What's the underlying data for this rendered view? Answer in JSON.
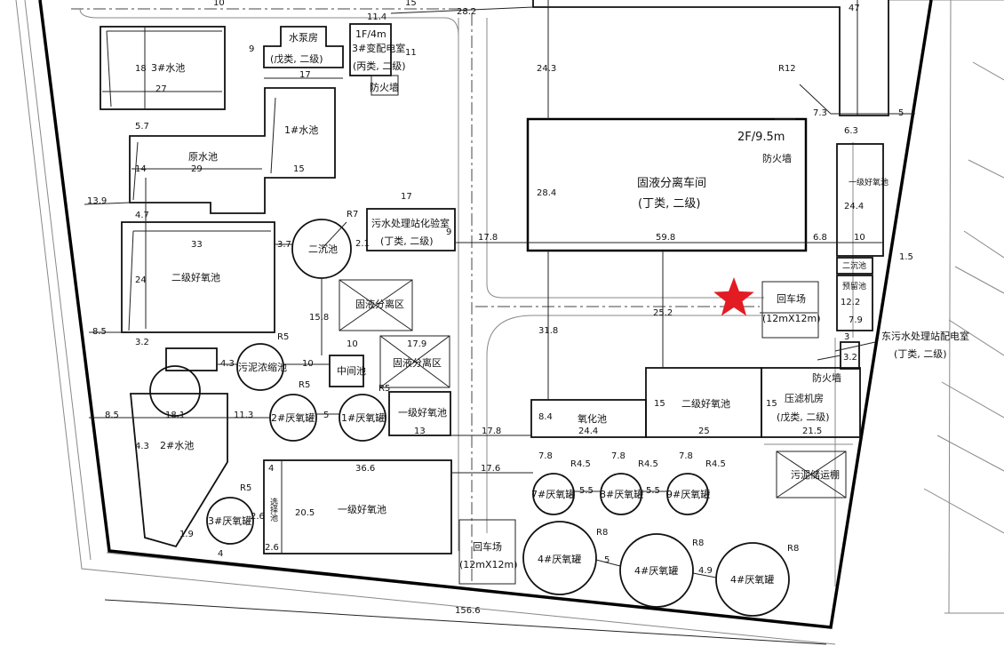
{
  "dims": {
    "d28_2": "28.2",
    "d11_4": "11.4",
    "d17a": "17",
    "d9a": "9",
    "d11a": "11",
    "d18a": "18",
    "d27": "27",
    "d15a": "15",
    "d5_7": "5.7",
    "d14": "14",
    "d29": "29",
    "d15b": "15",
    "d13_9": "13.9",
    "d4_7": "4.7",
    "d33": "33",
    "d3_7": "3.7",
    "d24a": "24",
    "d17b": "17",
    "d9b": "9",
    "d2_1": "2.1",
    "d17_8a": "17.8",
    "d59_8": "59.8",
    "d6_8": "6.8",
    "d10a": "10",
    "d24_3": "24.3",
    "d28_4": "28.4",
    "d7_3": "7.3",
    "d5a": "5",
    "d6_3": "6.3",
    "d24_4": "24.4",
    "d1_5": "1.5",
    "d8_5a": "8.5",
    "d15_8": "15.8",
    "d3_2a": "3.2",
    "d25_2": "25.2",
    "d31_8": "31.8",
    "d12_2": "12.2",
    "d7_9": "7.9",
    "d3b": "3",
    "d3_2b": "3.2",
    "d10b": "10",
    "d17_9": "17.9",
    "d4_3a": "4.3",
    "d10c": "10",
    "d8_5b": "8.5",
    "d18_1": "18.1",
    "d11_3": "11.3",
    "d5b": "5",
    "d13": "13",
    "d17_8b": "17.8",
    "d8_4": "8.4",
    "d24_4b": "24.4",
    "d15c": "15",
    "d25": "25",
    "d15d": "15",
    "d21_5": "21.5",
    "d4_3b": "4.3",
    "d36_6": "36.6",
    "d4b": "4",
    "d20_5": "20.5",
    "d17_6": "17.6",
    "d7_8a": "7.8",
    "d7_8b": "7.8",
    "d7_8c": "7.8",
    "d5_5a": "5.5",
    "d5_5b": "5.5",
    "d1_9": "1.9",
    "d4c": "4",
    "d2_6a": "2.6",
    "d2_6b": "2.6",
    "d5c": "5",
    "d4_9": "4.9",
    "d156_6": "156.6",
    "d47": "47",
    "d10d": "10",
    "d15e": "15",
    "r7": "R7",
    "r5a": "R5",
    "r5b": "R5",
    "r5c": "R5",
    "r5d": "R5",
    "r12": "R12",
    "r4_5a": "R4.5",
    "r4_5b": "R4.5",
    "r4_5c": "R4.5",
    "r8a": "R8",
    "r8b": "R8",
    "r8c": "R8"
  },
  "labels": {
    "pool3": "3#水池",
    "pump_house": "水泵房",
    "pump_house_class": "(戊类, 二级)",
    "sub3_floor": "1F/4m",
    "sub3_name": "3#变配电室",
    "sub3_class": "(丙类, 二级)",
    "firewall1": "防火墙",
    "raw_pool": "原水池",
    "pool1": "1#水池",
    "sec_clarifier": "二沉池",
    "lab": "污水处理站化验室",
    "lab_class": "(丁类, 二级)",
    "aerobic2_left": "二级好氧池",
    "solid_sep1": "固液分离区",
    "solid_sep2": "固液分离区",
    "sludge_thick": "污泥浓缩池",
    "mid_pool": "中间池",
    "anaerobic2": "2#厌氧罐",
    "anaerobic1": "1#厌氧罐",
    "aerobic1_small": "一级好氧池",
    "pool2": "2#水池",
    "anaerobic3": "3#厌氧罐",
    "aerobic1_big": "一级好氧池",
    "selector": "选择池",
    "turn_lower": "回车场",
    "turn_lower_size": "(12mX12m)",
    "workshop_floor": "2F/9.5m",
    "workshop_firewall": "防火墙",
    "workshop": "固液分离车间",
    "workshop_class": "(丁类, 二级)",
    "aerobic1_right": "一级好氧池",
    "sec_sed": "二沉池",
    "pre_sed": "预留池",
    "turn_right": "回车场",
    "turn_right_size": "(12mX12m)",
    "east_sub": "东污水处理站配电室",
    "east_sub_class": "(丁类, 二级)",
    "firewall2": "防火墙",
    "oxidation": "氧化池",
    "aerobic2_mid": "二级好氧池",
    "press_room": "压滤机房",
    "press_class": "(戊类, 二级)",
    "sludge_transport": "污泥储运棚",
    "anaerobic7": "7#厌氧罐",
    "anaerobic8": "8#厌氧罐",
    "anaerobic9": "9#厌氧罐",
    "anaerobic4a": "4#厌氧罐",
    "anaerobic4b": "4#厌氧罐",
    "anaerobic4c": "4#厌氧罐"
  },
  "colors": {
    "star": "#e31b23",
    "line": "#111111"
  }
}
